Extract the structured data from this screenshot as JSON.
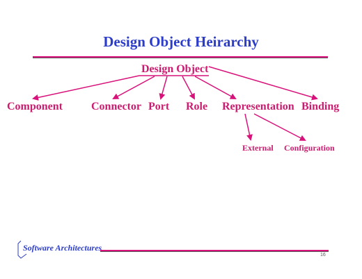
{
  "slide": {
    "title": "Design Object Heirarchy",
    "page_number": "16",
    "footer_brand": "Software Architectures"
  },
  "hierarchy": {
    "root": "Design Object",
    "children": [
      "Component",
      "Connector",
      "Port",
      "Role",
      "Representation",
      "Binding"
    ],
    "representation_children": [
      "External",
      "Configuration"
    ]
  },
  "colors": {
    "title": "#2b3cc8",
    "nodes": "#cc1c70",
    "arrows": "#d8127a",
    "rule": "#d8127a"
  }
}
